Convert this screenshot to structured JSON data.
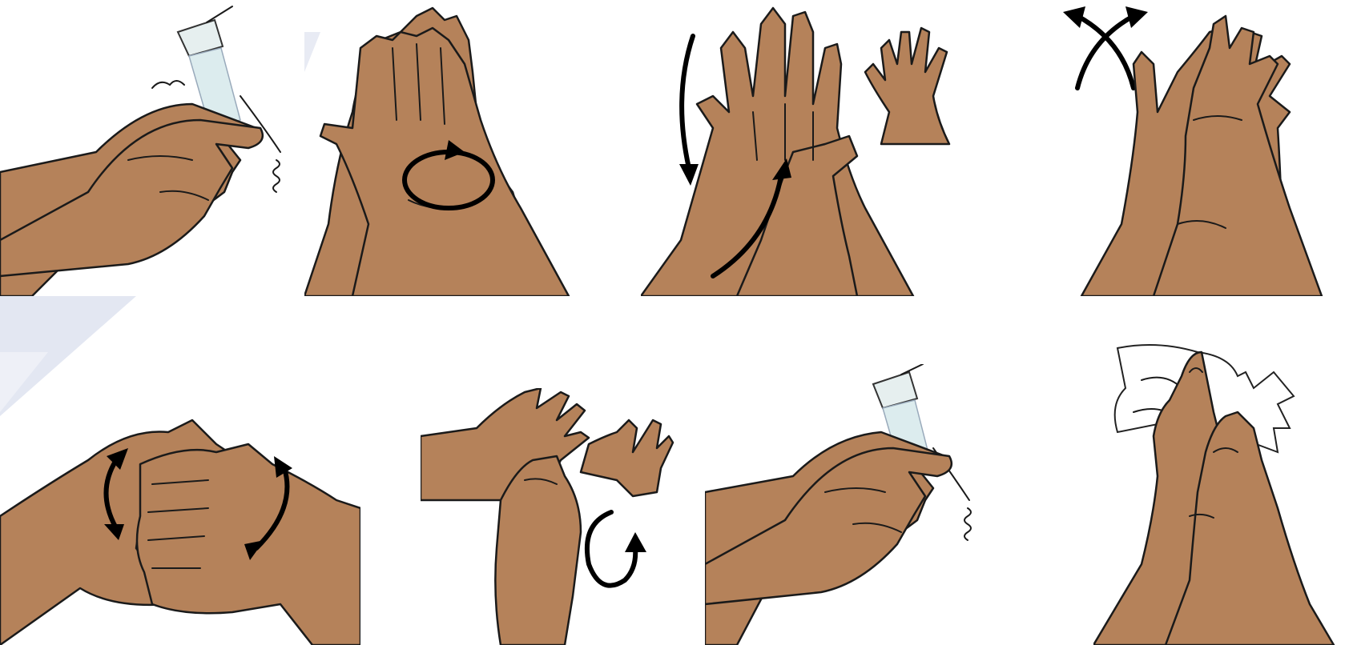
{
  "colors": {
    "skin": "#b5825a",
    "outline": "#1a1a1a",
    "arrow": "#000000",
    "water": "#dcecee",
    "background_accent": "#e3e7f2"
  },
  "steps": [
    {
      "id": 1,
      "icons": [
        "hands-icon",
        "water-tap-icon"
      ]
    },
    {
      "id": 2,
      "icons": [
        "hands-icon",
        "circular-arrow-icon"
      ]
    },
    {
      "id": 3,
      "icons": [
        "hands-icon",
        "down-arrow-icon",
        "up-arrow-icon",
        "small-hands-icon"
      ]
    },
    {
      "id": 4,
      "icons": [
        "hands-icon",
        "crossed-arrows-icon"
      ]
    },
    {
      "id": 5,
      "icons": [
        "interlocked-hands-icon",
        "double-arrow-icon"
      ]
    },
    {
      "id": 6,
      "icons": [
        "thumb-rub-hands-icon",
        "circular-arrow-icon",
        "small-hands-icon"
      ]
    },
    {
      "id": 7,
      "icons": [
        "hands-icon",
        "water-tap-icon"
      ]
    },
    {
      "id": 8,
      "icons": [
        "hands-icon",
        "paper-towel-icon"
      ]
    }
  ]
}
